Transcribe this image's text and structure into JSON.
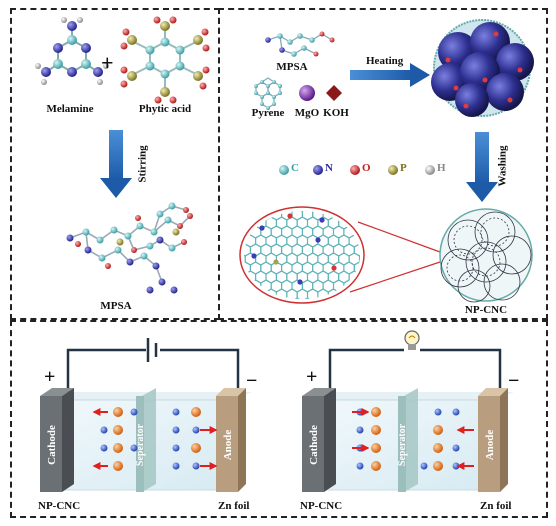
{
  "synthesis": {
    "melamine": "Melamine",
    "plus": "+",
    "phytic_acid": "Phytic acid",
    "stirring": "Stirring",
    "mpsa_bottom": "MPSA"
  },
  "carbonization": {
    "mpsa_label": "MPSA",
    "pyrene": "Pyrene",
    "mgo": "MgO",
    "koh": "KOH",
    "heating": "Heating",
    "washing": "Washing",
    "product": "NP-CNC",
    "legend": [
      {
        "symbol": "C",
        "color": "#5fc4c8"
      },
      {
        "symbol": "N",
        "color": "#3b3db8"
      },
      {
        "symbol": "O",
        "color": "#d93535"
      },
      {
        "symbol": "P",
        "color": "#a8a04a"
      },
      {
        "symbol": "H",
        "color": "#bbbbbb"
      }
    ]
  },
  "battery_charge": {
    "plus": "+",
    "minus": "−",
    "cathode": "Cathode",
    "separator": "Seperator",
    "anode": "Anode",
    "left_label": "NP-CNC",
    "right_label": "Zn foil"
  },
  "battery_discharge": {
    "plus": "+",
    "minus": "−",
    "cathode": "Cathode",
    "separator": "Seperator",
    "anode": "Anode",
    "left_label": "NP-CNC",
    "right_label": "Zn foil"
  },
  "colors": {
    "carbon": "#5fc4c8",
    "nitrogen": "#3b3db8",
    "oxygen": "#d93535",
    "phosphorus": "#a8a04a",
    "hydrogen": "#bbbbbb",
    "sphere": "#2d2f8f",
    "arrow_blue": "#2c73c4",
    "ion_orange": "#e87722",
    "ion_blue": "#3a66d6",
    "arrow_red": "#e02020"
  }
}
